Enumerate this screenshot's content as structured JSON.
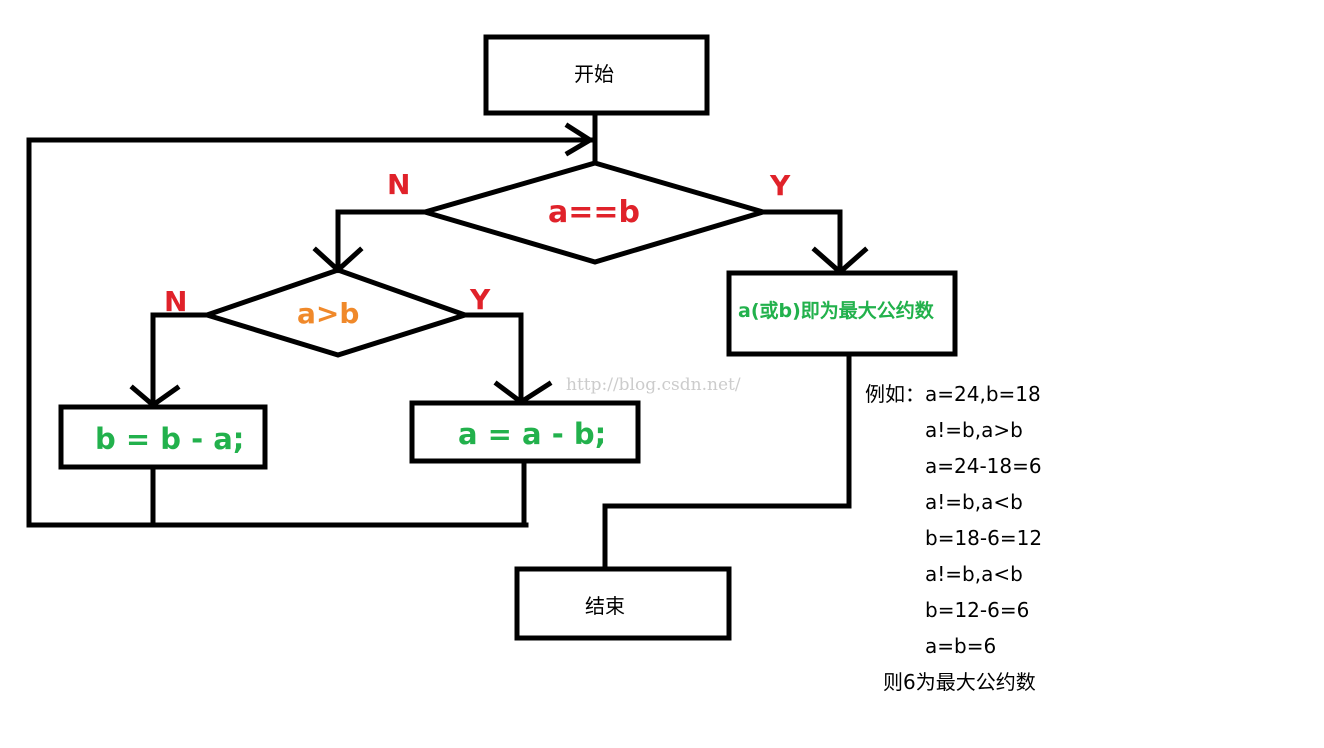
{
  "flowchart": {
    "start": "开始",
    "end": "结束",
    "cond_equal": "a==b",
    "cond_greater": "a>b",
    "yes": "Y",
    "no": "N",
    "stmt_b": "b = b - a;",
    "stmt_a": "a = a - b;",
    "result": "a(或b)即为最大公约数"
  },
  "example": {
    "lines": [
      "例如：a=24,b=18",
      "a!=b,a>b",
      "a=24-18=6",
      "a!=b,a<b",
      "b=18-6=12",
      "a!=b,a<b",
      "b=12-6=6",
      "a=b=6",
      "则6为最大公约数"
    ]
  },
  "watermark": "http://blog.csdn.net/",
  "colors": {
    "no_label": "#e0222a",
    "yes_label": "#e0222a",
    "cond_equal": "#e0222a",
    "cond_greater": "#f0892a",
    "statement": "#22b14c",
    "stroke": "#000000"
  }
}
